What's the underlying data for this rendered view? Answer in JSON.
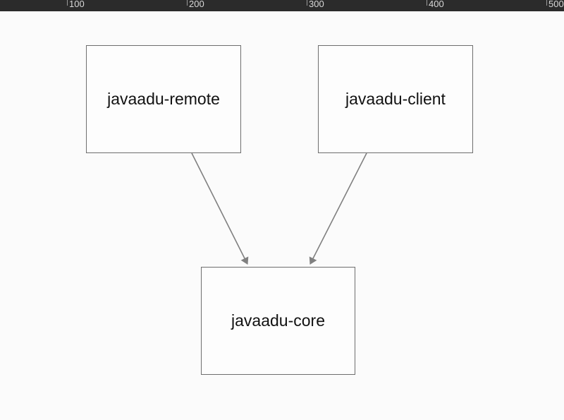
{
  "ruler": {
    "ticks": [
      "100",
      "200",
      "300",
      "400",
      "500"
    ]
  },
  "diagram": {
    "nodes": [
      {
        "id": "remote",
        "label": "javaadu-remote"
      },
      {
        "id": "client",
        "label": "javaadu-client"
      },
      {
        "id": "core",
        "label": "javaadu-core"
      }
    ],
    "edges": [
      {
        "from": "remote",
        "to": "core"
      },
      {
        "from": "client",
        "to": "core"
      }
    ],
    "edge_color": "#808080"
  }
}
